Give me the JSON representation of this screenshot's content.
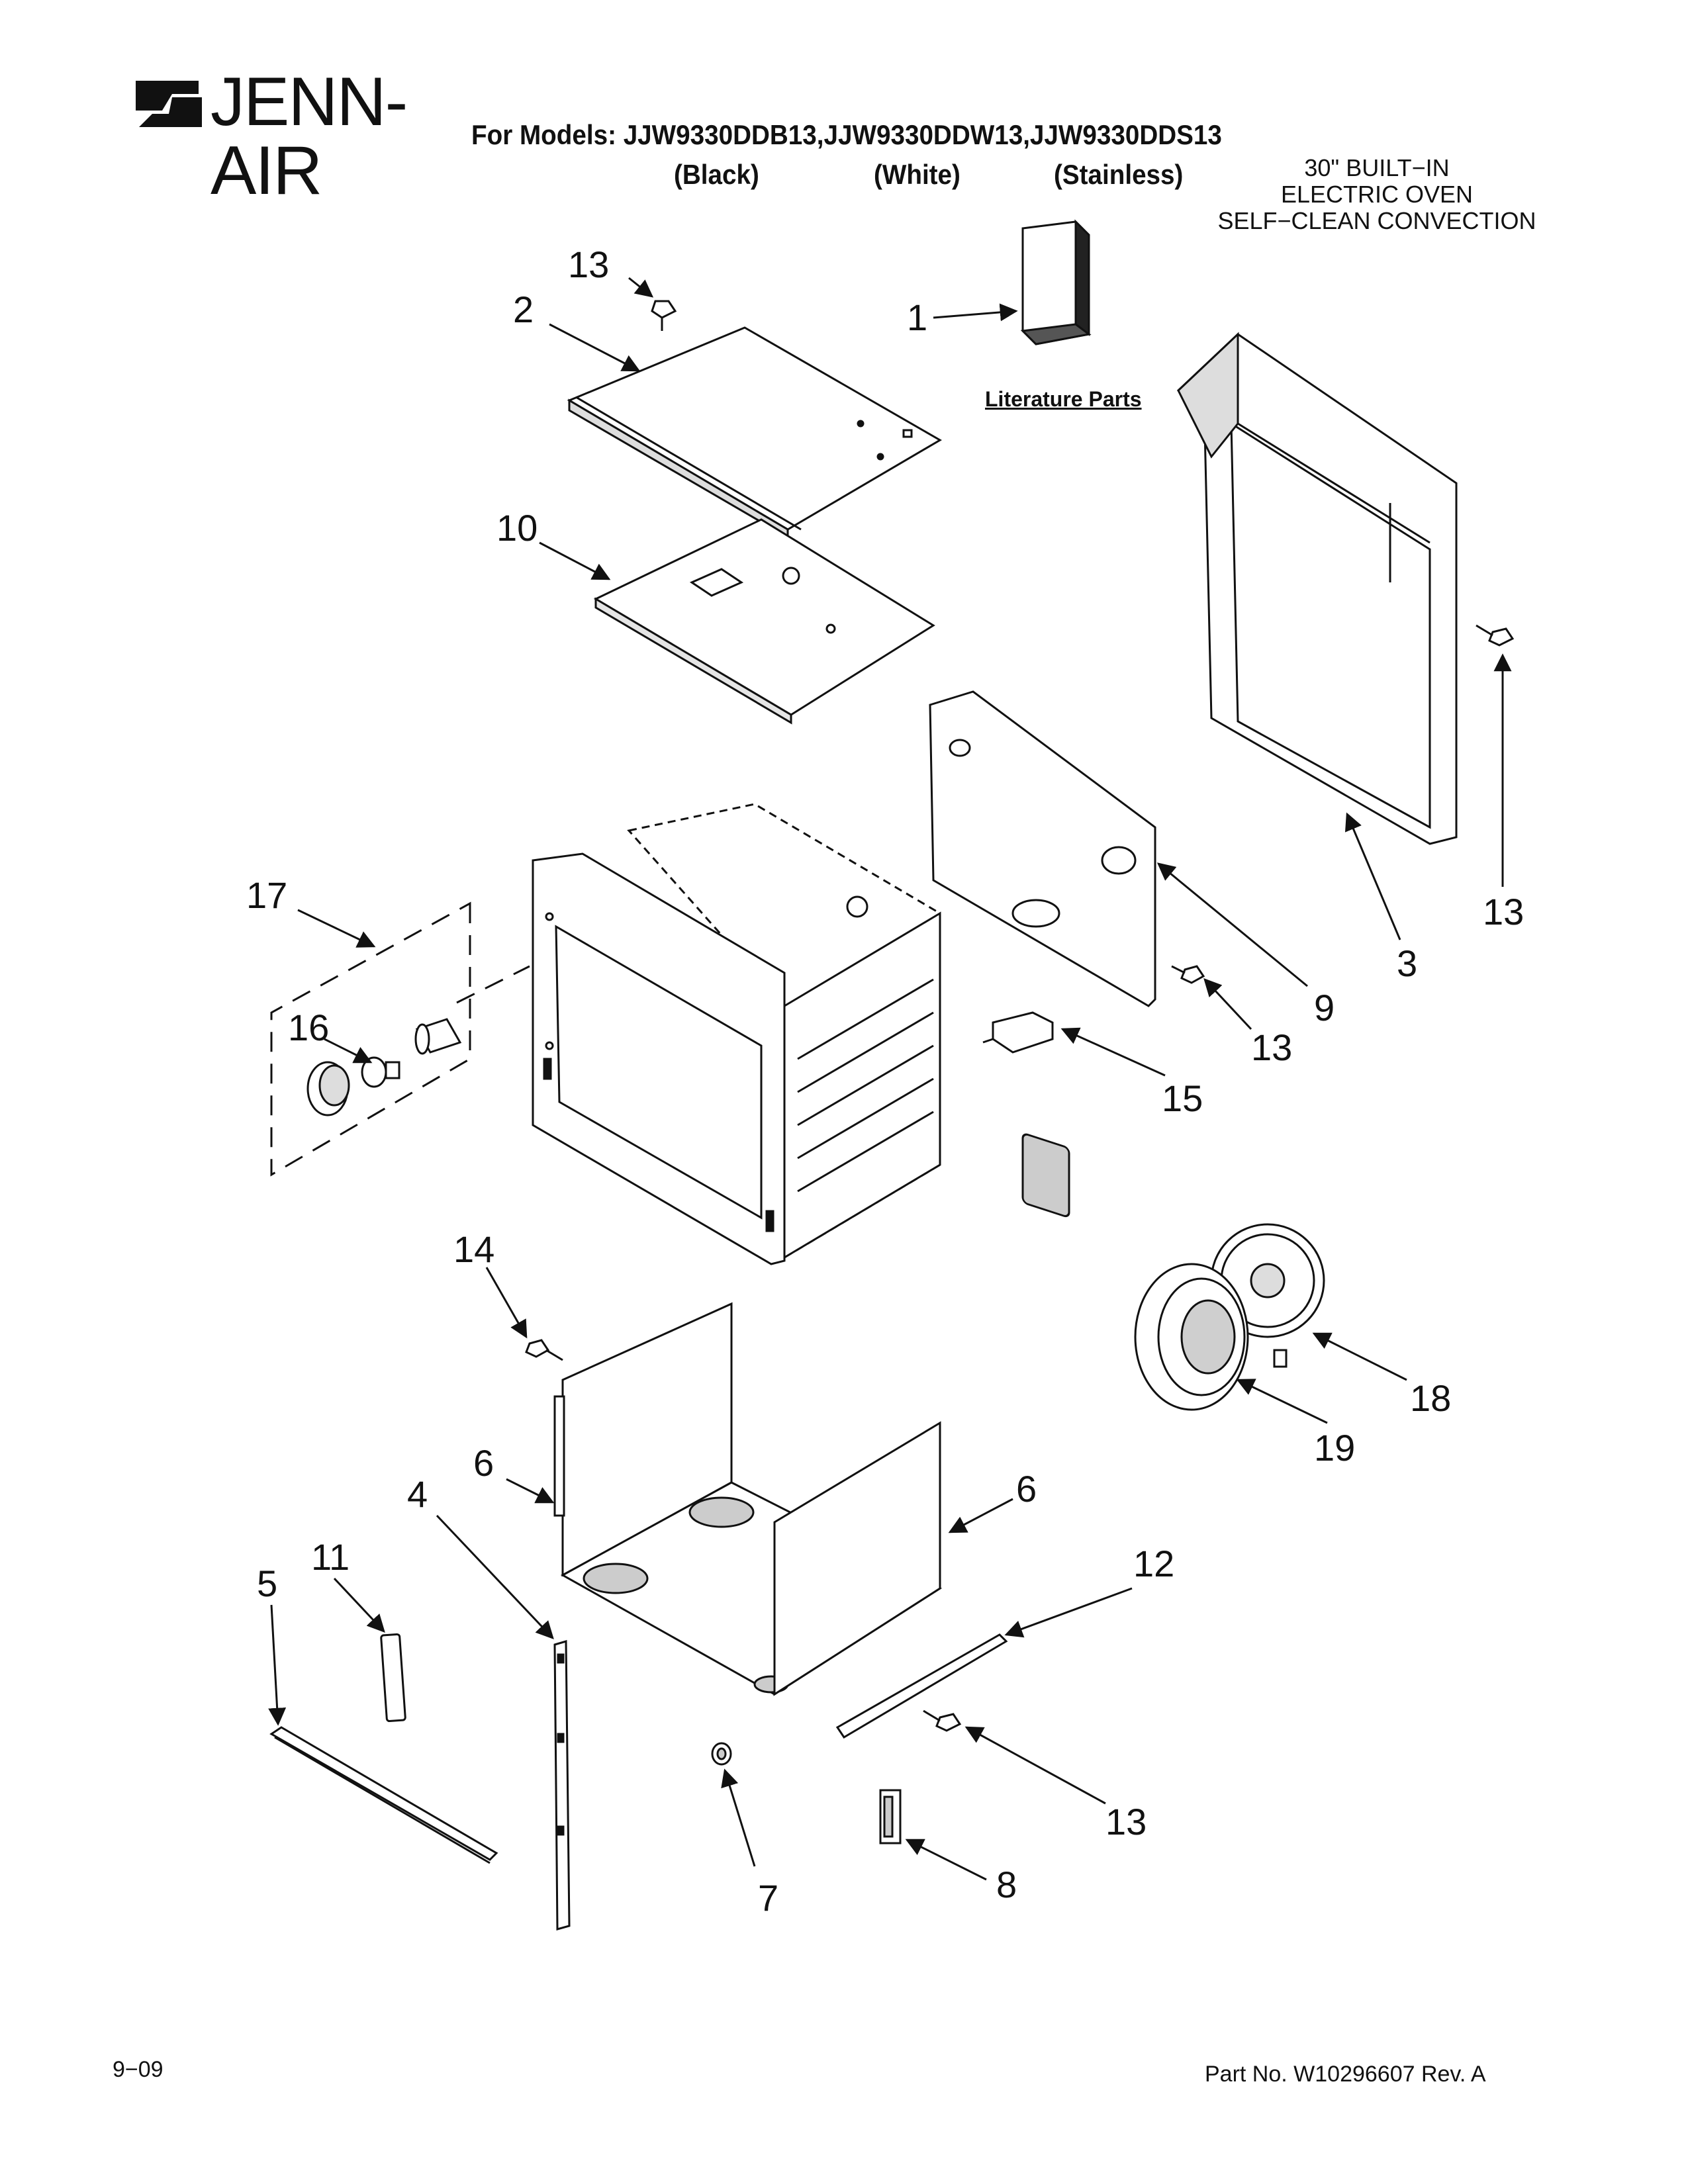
{
  "header": {
    "brand": "JENN-AIR",
    "models_line": "For Models: JJW9330DDB13,JJW9330DDW13,JJW9330DDS13",
    "variants": [
      "(Black)",
      "(White)",
      "(Stainless)"
    ],
    "description": [
      "30\" BUILT−IN",
      "ELECTRIC OVEN",
      "SELF−CLEAN CONVECTION"
    ]
  },
  "literature_label": "Literature Parts",
  "callouts": [
    "13",
    "2",
    "1",
    "10",
    "3",
    "13",
    "9",
    "13",
    "17",
    "16",
    "15",
    "14",
    "18",
    "19",
    "6",
    "6",
    "4",
    "11",
    "5",
    "12",
    "13",
    "7",
    "8"
  ],
  "footer": {
    "date": "9−09",
    "part_no": "Part No. W10296607 Rev. A"
  },
  "colors": {
    "ink": "#111111",
    "panel": "#ffffff",
    "shade": "#cfcfcf"
  }
}
